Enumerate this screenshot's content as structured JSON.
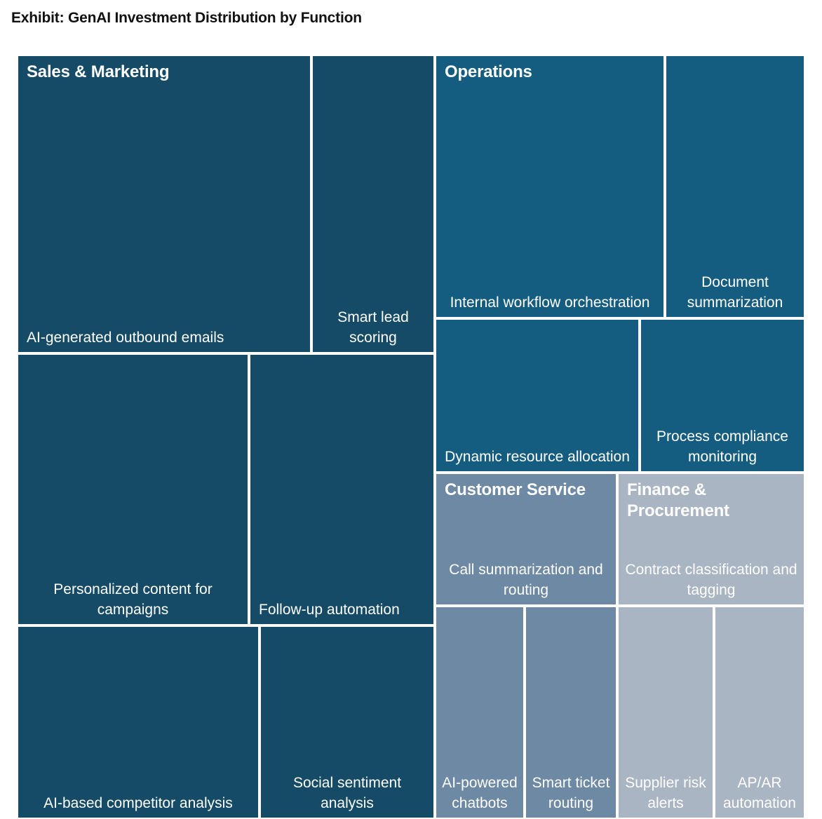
{
  "header": {
    "title": "Exhibit: GenAI Investment Distribution by Function"
  },
  "colors": {
    "background": "#ffffff",
    "title_text": "#111111",
    "tile_text": "#ffffff",
    "gap": "#ffffff",
    "sales_marketing": "#154b66",
    "operations": "#155d80",
    "customer_service": "#6d89a3",
    "finance_procurement": "#aab5c3"
  },
  "chart_data": {
    "type": "treemap",
    "title": "Exhibit: GenAI Investment Distribution by Function",
    "xlabel": "",
    "ylabel": "",
    "grid": false,
    "legend": "none",
    "value_unit": "share of GenAI investment (relative area)",
    "groups": [
      {
        "name": "Sales & Marketing",
        "color": "#154b66",
        "value": 44.0,
        "children": [
          {
            "label": "AI-generated outbound emails",
            "value": 13.5
          },
          {
            "label": "Smart lead scoring",
            "value": 5.6
          },
          {
            "label": "Personalized content for campaigns",
            "value": 10.3
          },
          {
            "label": "Follow-up automation",
            "value": 8.2
          },
          {
            "label": "AI-based competitor analysis",
            "value": 7.6
          },
          {
            "label": "Social sentiment analysis",
            "value": 5.5
          }
        ]
      },
      {
        "name": "Operations",
        "color": "#155d80",
        "value": 26.5,
        "children": [
          {
            "label": "Internal workflow orchestration",
            "value": 9.3
          },
          {
            "label": "Document summarization",
            "value": 5.6
          },
          {
            "label": "Dynamic resource allocation",
            "value": 4.8
          },
          {
            "label": "Process compliance monitoring",
            "value": 3.9
          }
        ]
      },
      {
        "name": "Customer Service",
        "color": "#6d89a3",
        "value": 15.5,
        "children": [
          {
            "label": "Call summarization and routing",
            "value": 3.9
          },
          {
            "label": "AI-powered chatbots",
            "value": 2.8
          },
          {
            "label": "Smart ticket routing",
            "value": 2.6
          }
        ]
      },
      {
        "name": "Finance & Procurement",
        "color": "#aab5c3",
        "value": 14.0,
        "children": [
          {
            "label": "Contract classification and tagging",
            "value": 3.5
          },
          {
            "label": "Supplier risk alerts",
            "value": 2.8
          },
          {
            "label": "AP/AR automation",
            "value": 2.4
          }
        ]
      }
    ]
  },
  "tiles": {
    "sm_outbound_emails": "AI-generated outbound emails",
    "sm_lead_scoring": "Smart lead scoring",
    "sm_personalized_content": "Personalized content for campaigns",
    "sm_followup_automation": "Follow-up automation",
    "sm_competitor_analysis": "AI-based competitor analysis",
    "sm_social_sentiment": "Social sentiment analysis",
    "ops_workflow_orchestration": "Internal workflow orchestration",
    "ops_document_summarization": "Document summarization",
    "ops_resource_allocation": "Dynamic resource allocation",
    "ops_compliance_monitoring": "Process compliance monitoring",
    "cs_call_summarization": "Call summarization and routing",
    "cs_chatbots": "AI-powered chatbots",
    "cs_ticket_routing": "Smart ticket routing",
    "fp_contract_classification": "Contract classification and tagging",
    "fp_supplier_risk": "Supplier risk alerts",
    "fp_apar_automation": "AP/AR automation"
  },
  "group_headers": {
    "sales_marketing": "Sales & Marketing",
    "operations": "Operations",
    "customer_service": "Customer Service",
    "finance_procurement": "Finance & Procurement"
  }
}
